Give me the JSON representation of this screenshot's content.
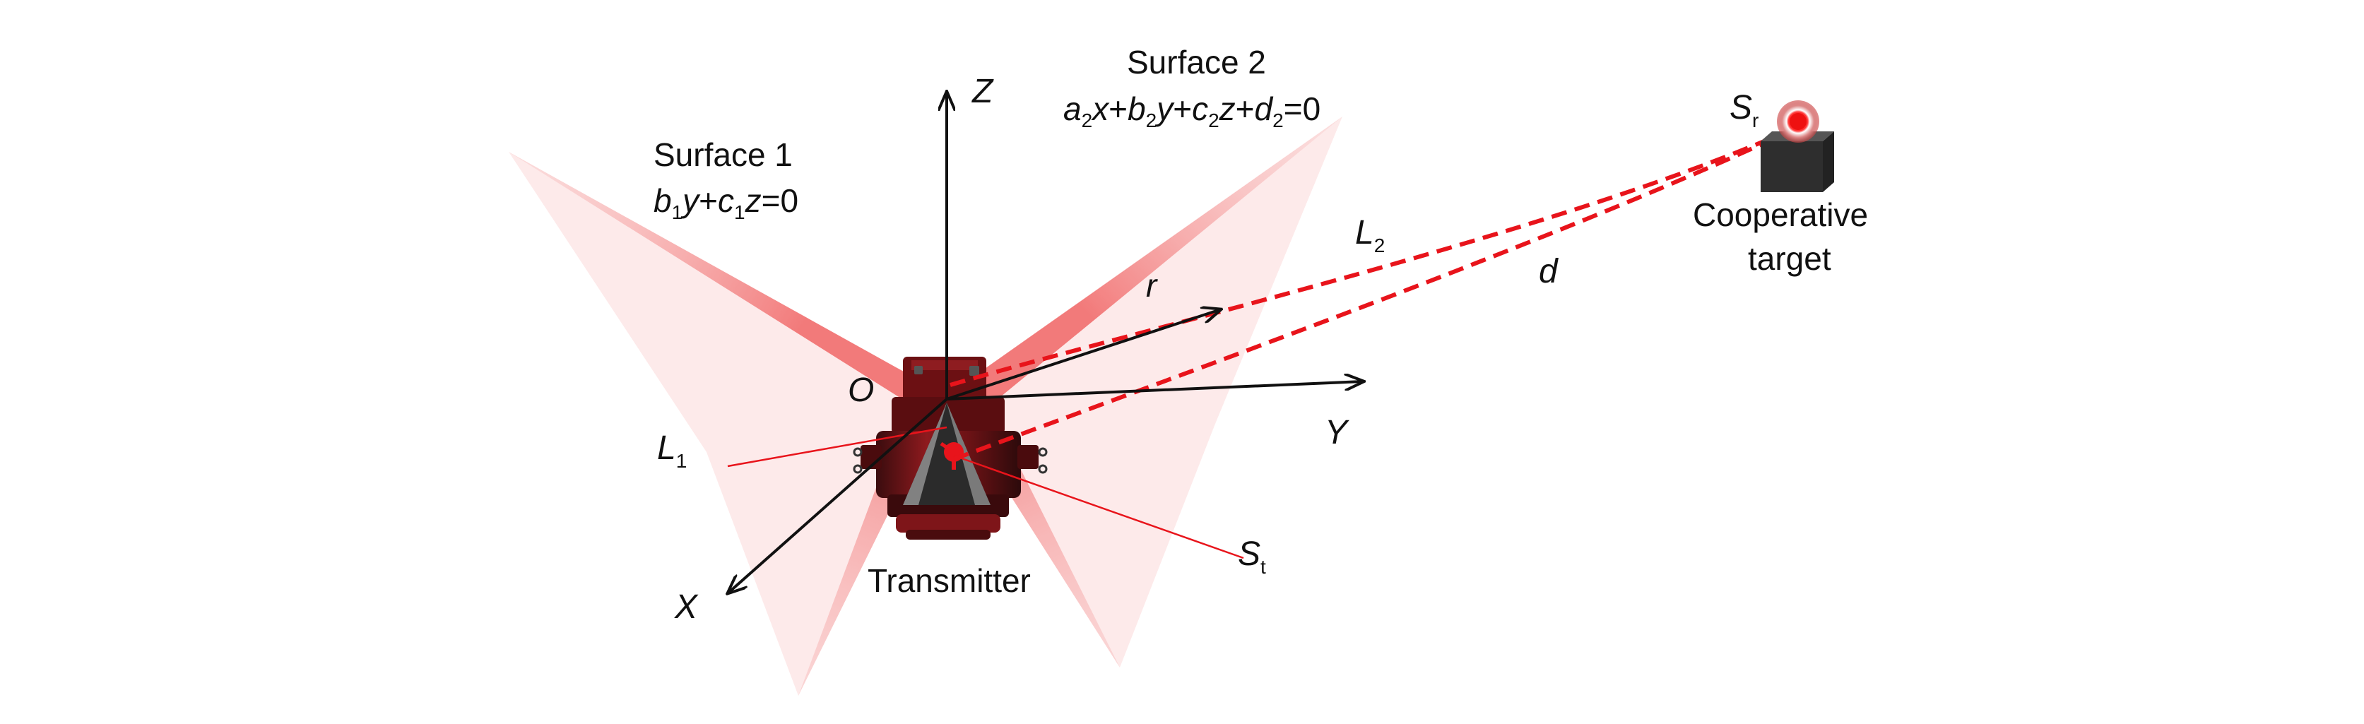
{
  "labels": {
    "surface1_title": "Surface 1",
    "surface1_eq": {
      "b": "b",
      "b_sub": "1",
      "y": "y",
      "plus": "+",
      "c": "c",
      "c_sub": "1",
      "z": "z",
      "rest": "=0"
    },
    "surface2_title": "Surface 2",
    "surface2_eq": {
      "a": "a",
      "a_sub": "2",
      "x": "x",
      "p1": "+",
      "b": "b",
      "b_sub": "2",
      "y": "y",
      "p2": "+",
      "c": "c",
      "c_sub": "2",
      "z": "z",
      "p3": "+",
      "d": "d",
      "d_sub": "2",
      "rest": "=0"
    },
    "axis_z": "Z",
    "axis_y": "Y",
    "axis_x": "X",
    "origin": "O",
    "vec_r": "r",
    "line_l1": "L",
    "line_l1_sub": "1",
    "line_l2": "L",
    "line_l2_sub": "2",
    "dist_d": "d",
    "s_t": "S",
    "s_t_sub": "t",
    "s_r": "S",
    "s_r_sub": "r",
    "transmitter": "Transmitter",
    "target_line1": "Cooperative",
    "target_line2": "target"
  },
  "colors": {
    "laser": "#e8141b",
    "fan": "#f06a6a",
    "device_body": "#7a1216",
    "device_dark": "#2a2a2a",
    "axis": "#111111"
  }
}
